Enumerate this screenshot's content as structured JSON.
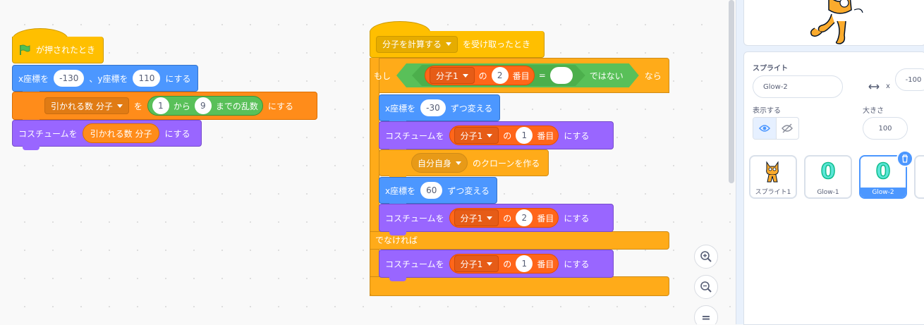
{
  "script1": {
    "hat": {
      "label": "が押されたとき"
    },
    "goto": {
      "x_label": "x座標を",
      "x_value": "-130",
      "y_label": "、y座標を",
      "y_value": "110",
      "suffix": "にする"
    },
    "setvar": {
      "var": "引かれる数 分子",
      "to": "を",
      "from": "1",
      "from_label": "から",
      "to_value": "9",
      "random_label": "までの乱数",
      "suffix": "にする"
    },
    "costume": {
      "label": "コスチュームを",
      "reporter": "引かれる数 分子",
      "suffix": "にする"
    }
  },
  "script2": {
    "hat": {
      "message": "分子を計算する",
      "label": "を受け取ったとき"
    },
    "if": {
      "label": "もし",
      "list": "分子1",
      "of": "の",
      "index": "2",
      "item": "番目",
      "eq": "=",
      "eq_value": "",
      "not": "ではない",
      "then": "なら"
    },
    "changex1": {
      "label": "x座標を",
      "value": "-30",
      "suffix": "ずつ変える"
    },
    "costume1": {
      "label": "コスチュームを",
      "list": "分子1",
      "of": "の",
      "index": "1",
      "item": "番目",
      "suffix": "にする"
    },
    "clone": {
      "target": "自分自身",
      "label": "のクローンを作る"
    },
    "changex2": {
      "label": "x座標を",
      "value": "60",
      "suffix": "ずつ変える"
    },
    "costume2": {
      "label": "コスチュームを",
      "list": "分子1",
      "of": "の",
      "index": "2",
      "item": "番目",
      "suffix": "にする"
    },
    "else": {
      "label": "でなければ"
    },
    "costume3": {
      "label": "コスチュームを",
      "list": "分子1",
      "of": "の",
      "index": "1",
      "item": "番目",
      "suffix": "にする"
    }
  },
  "zoom": {
    "in": "+",
    "out": "−",
    "reset": "="
  },
  "sprite_info": {
    "sprite_label": "スプライト",
    "sprite_name": "Glow-2",
    "x_label": "x",
    "x_value": "-100",
    "show_label": "表示する",
    "size_label": "大きさ",
    "size_value": "100"
  },
  "sprites": [
    {
      "name": "スプライト1",
      "icon": "cat-icon"
    },
    {
      "name": "Glow-1",
      "glyph": "0"
    },
    {
      "name": "Glow-2",
      "glyph": "0",
      "selected": true
    }
  ],
  "colors": {
    "events": "#ffbf00",
    "motion": "#4c97ff",
    "looks": "#9966ff",
    "control": "#ffab19",
    "operators": "#59c059",
    "variables": "#ff8c1a",
    "lists": "#ff661a",
    "glow": "#0fbd8c"
  }
}
